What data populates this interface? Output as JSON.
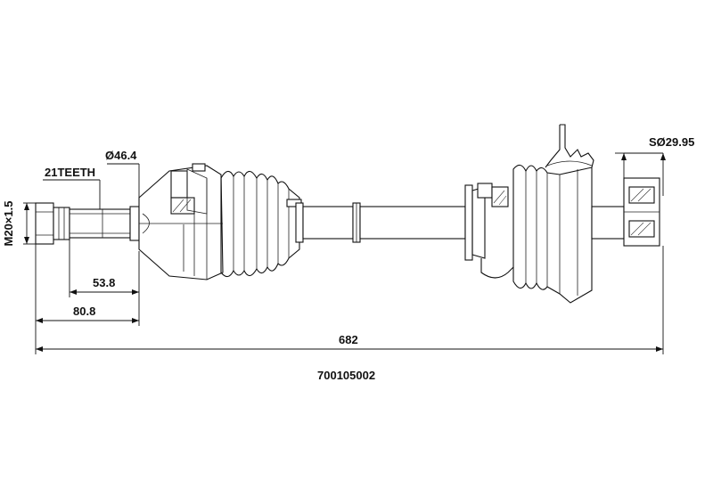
{
  "drawing": {
    "part_number": "700105002",
    "total_length": "682",
    "dim_80_8": "80.8",
    "dim_53_8": "53.8",
    "teeth": "21TEETH",
    "outer_diameter": "Ø46.4",
    "spline_diameter": "SØ29.95",
    "thread": "M20×1.5"
  }
}
